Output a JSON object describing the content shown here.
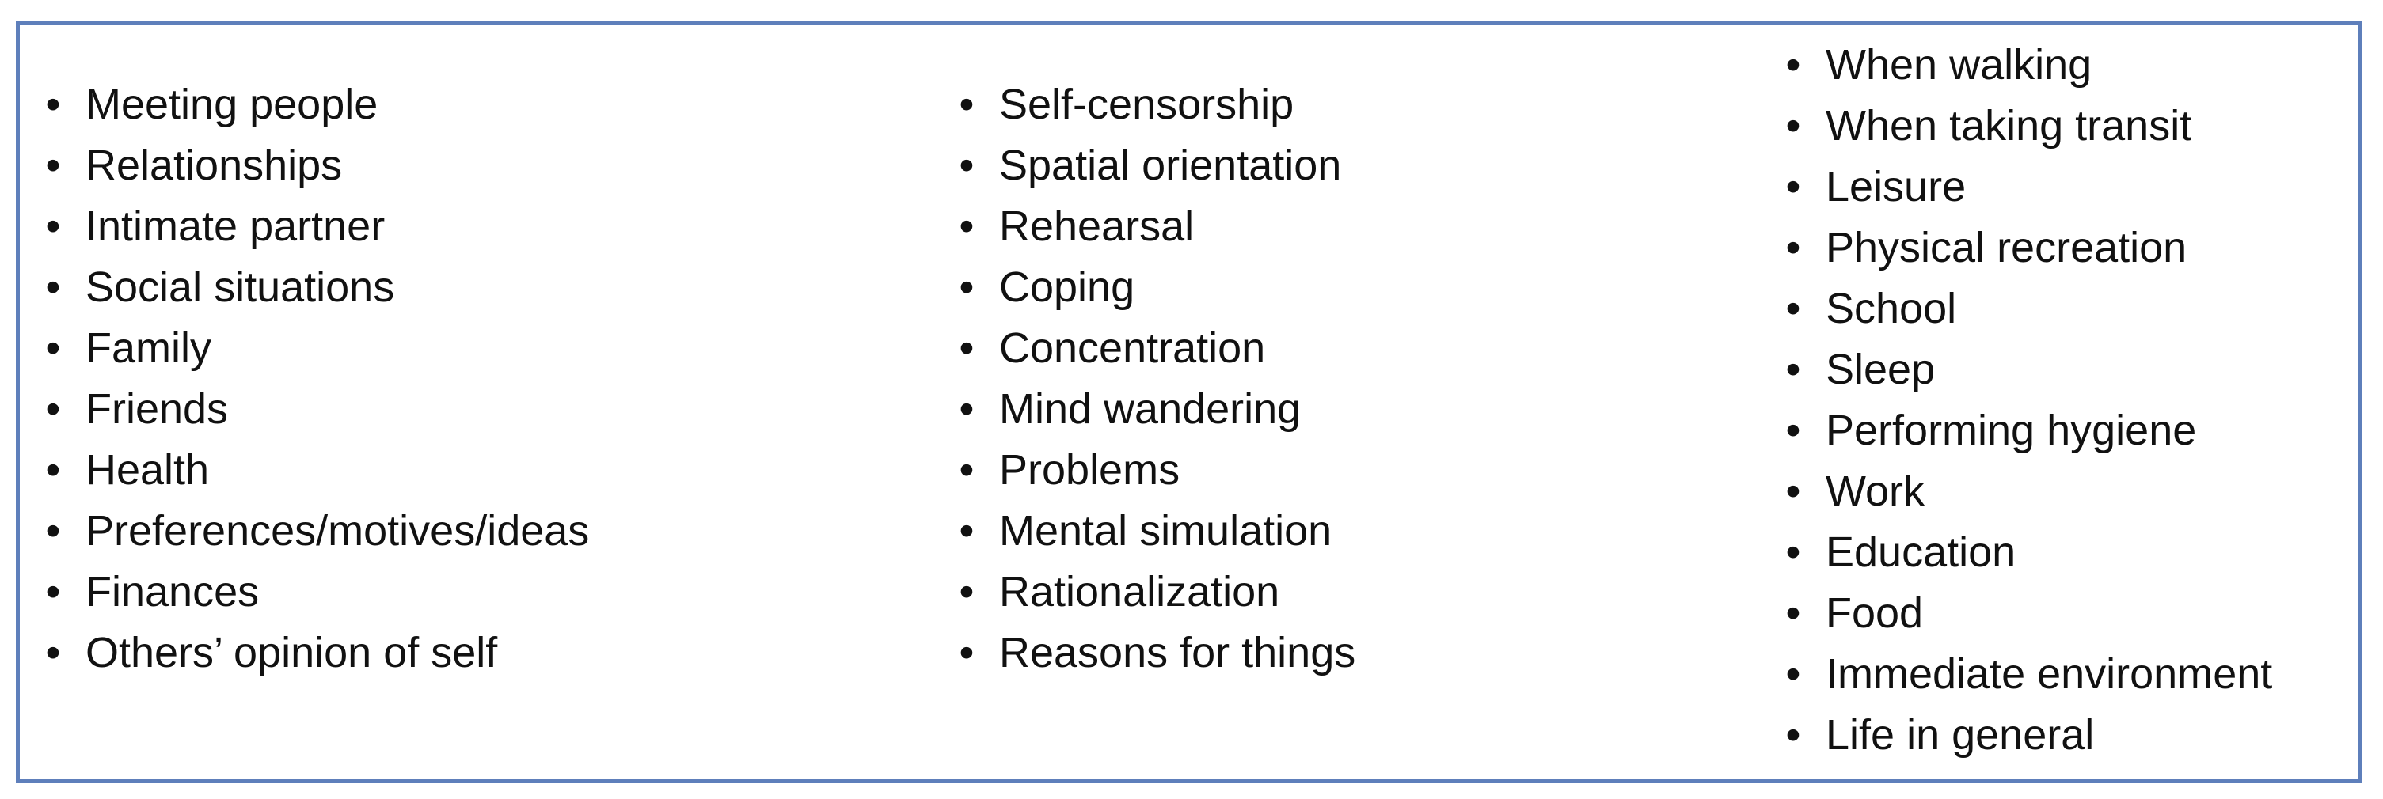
{
  "bullet_glyph": "•",
  "columns": [
    {
      "items": [
        "Meeting people",
        "Relationships",
        "Intimate partner",
        "Social situations",
        "Family",
        "Friends",
        "Health",
        "Preferences/motives/ideas",
        "Finances",
        "Others’ opinion of self"
      ]
    },
    {
      "items": [
        "Self-censorship",
        "Spatial orientation",
        "Rehearsal",
        "Coping",
        "Concentration",
        "Mind wandering",
        "Problems",
        "Mental simulation",
        "Rationalization",
        "Reasons for things"
      ]
    },
    {
      "items": [
        "When walking",
        "When taking transit",
        "Leisure",
        "Physical recreation",
        "School",
        "Sleep",
        "Performing hygiene",
        "Work",
        "Education",
        "Food",
        "Immediate environment",
        "Life in general"
      ]
    }
  ],
  "colors": {
    "border": "#5e7fbb",
    "text": "#111111",
    "background": "#ffffff"
  }
}
